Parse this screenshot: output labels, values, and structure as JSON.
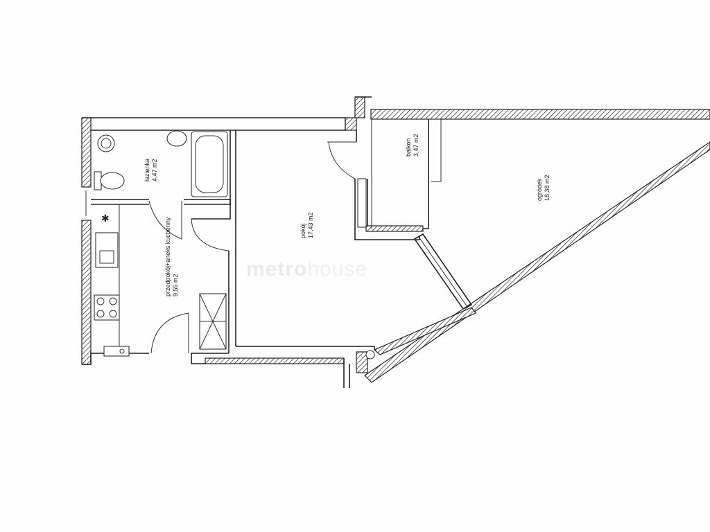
{
  "rooms": {
    "lazienka": {
      "name": "łazienka",
      "area": "4,47 m2"
    },
    "przedpokoj": {
      "name": "przedpokój+aneks kuchenny",
      "area": "9,55 m2"
    },
    "pokoj": {
      "name": "pokój",
      "area": "17,43 m2"
    },
    "balkon": {
      "name": "balkon",
      "area": "3,47 m2"
    },
    "ogrodek": {
      "name": "ogródek",
      "area": "18,38 m2"
    }
  },
  "watermark": {
    "part1": "metro",
    "part2": "house"
  }
}
